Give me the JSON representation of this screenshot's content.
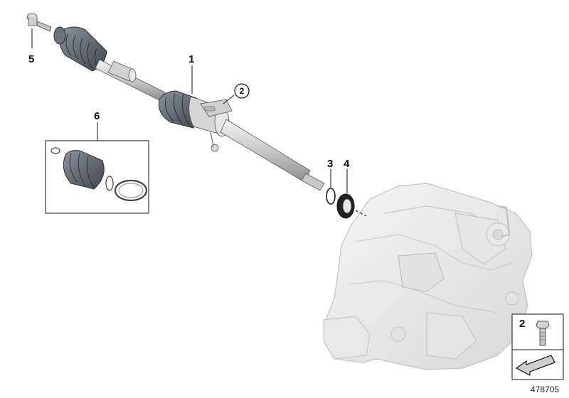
{
  "callouts": {
    "c1": "1",
    "c2_circled": "2",
    "c3": "3",
    "c4": "4",
    "c5": "5",
    "c6": "6",
    "legend_c2": "2"
  },
  "doc_number": "478705",
  "colors": {
    "part_light": "#e4e4e4",
    "part_mid": "#c4c4c4",
    "part_dark": "#8a8a8a",
    "boot": "#5e6672",
    "transmission": "#eeeeee",
    "line": "#111111"
  },
  "icons": [
    "bolt-icon",
    "arrow-icon"
  ]
}
